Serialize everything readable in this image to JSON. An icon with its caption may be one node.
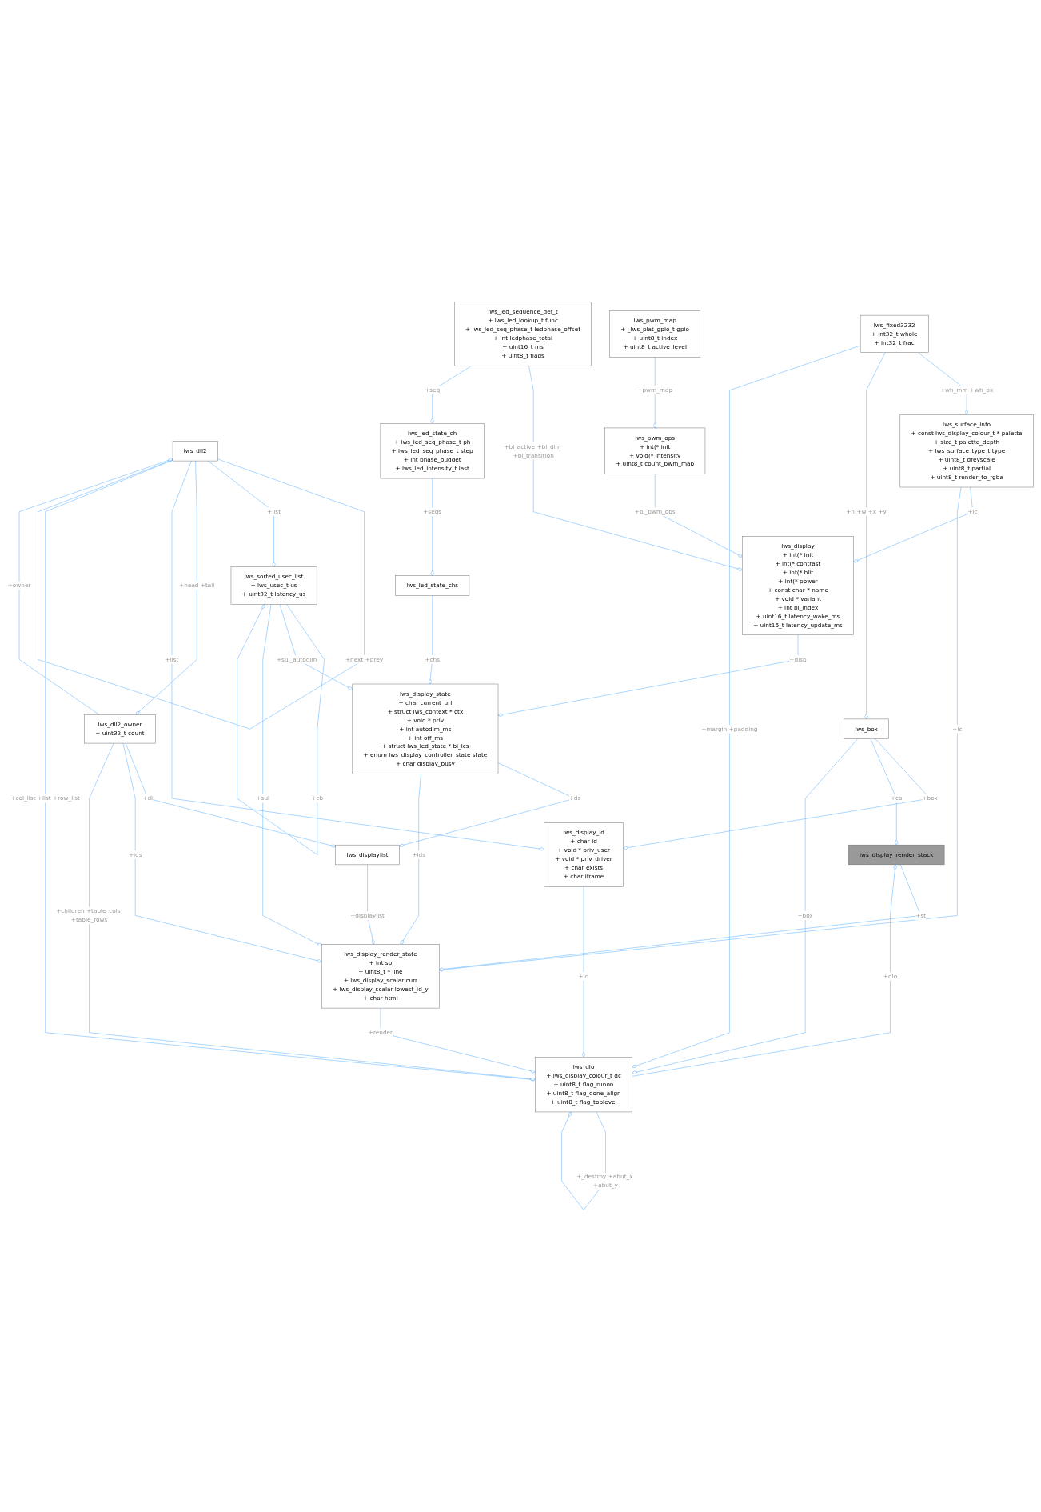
{
  "diagram": {
    "nodes": [
      {
        "text": [
          "lws_pwm_map",
          "+ _lws_plat_gpio_t gpio",
          "+ uint8_t index",
          "+ uint8_t active_level"
        ]
      },
      {
        "text": [
          "lws_led_sequence_def_t",
          "+ lws_led_lookup_t func",
          "+ lws_led_seq_phase_t ledphase_offset",
          "+ int ledphase_total",
          "+ uint16_t ms",
          "+ uint8_t flags"
        ]
      },
      {
        "text": [
          "lws_fixed3232",
          "+ int32_t whole",
          "+ int32_t frac"
        ]
      },
      {
        "text": [
          "lws_surface_info",
          "+ const lws_display_colour_t * palette",
          "+ size_t palette_depth",
          "+ lws_surface_type_t type",
          "+ uint8_t greyscale",
          "+ uint8_t partial",
          "+ uint8_t render_to_rgba"
        ]
      },
      {
        "text": [
          "lws_dll2"
        ]
      },
      {
        "text": [
          "lws_pwm_ops",
          "+ int(* init",
          "+ void(* intensity",
          "+ uint8_t count_pwm_map"
        ]
      },
      {
        "text": [
          "lws_led_state_ch",
          "+ lws_led_seq_phase_t ph",
          "+ lws_led_seq_phase_t step",
          "+ int phase_budget",
          "+ lws_led_intensity_t last"
        ]
      },
      {
        "text": [
          "lws_display",
          "+ int(* init",
          "+ int(* contrast",
          "+ int(* blit",
          "+ int(* power",
          "+ const char * name",
          "+ void * variant",
          "+ int bl_index",
          "+ uint16_t latency_wake_ms",
          "+ uint16_t latency_update_ms"
        ]
      },
      {
        "text": [
          "lws_sorted_usec_list",
          "+ lws_usec_t us",
          "+ uint32_t latency_us"
        ]
      },
      {
        "text": [
          "lws_led_state_chs"
        ]
      },
      {
        "text": [
          "lws_display_state",
          "+ char current_url",
          "+ struct lws_context * ctx",
          "+ void * priv",
          "+ int autodim_ms",
          "+ int off_ms",
          "+ struct lws_led_state * bl_lcs",
          "+ enum lws_display_controller_state state",
          "+ char display_busy"
        ]
      },
      {
        "text": [
          "lws_dll2_owner",
          "+ uint32_t count"
        ]
      },
      {
        "text": [
          "lws_box"
        ]
      },
      {
        "text": [
          "lws_display_id",
          "+ char id",
          "+ void * priv_user",
          "+ void * priv_driver",
          "+ char exists",
          "+ char iframe"
        ]
      },
      {
        "text": [
          "lws_displaylist"
        ]
      },
      {
        "text": [
          "lws_display_render_stack"
        ]
      },
      {
        "text": [
          "lws_display_render_state",
          "+ int sp",
          "+ uint8_t * line",
          "+ lws_display_scalar curr",
          "+ lws_display_scalar lowest_id_y",
          "+ char html"
        ]
      },
      {
        "text": [
          "lws_dlo",
          "+ lws_display_colour_t dc",
          "+ uint8_t flag_runon",
          "+ uint8_t flag_done_align",
          "+ uint8_t flag_toplevel"
        ]
      }
    ],
    "edges": [
      {
        "from": 0,
        "to": 5,
        "arrow": "other",
        "label": "+pwm_map"
      },
      {
        "from": 5,
        "to": 7,
        "arrow": "other",
        "label": "+bl_pwm_ops"
      },
      {
        "from": 1,
        "to": 7,
        "arrow": "other",
        "label": "+bl_active +bl_dim +bl_transition"
      },
      {
        "from": 1,
        "to": 6,
        "arrow": "other",
        "label": "+seq"
      },
      {
        "from": 2,
        "to": 3,
        "arrow": "other",
        "label": "+wh_mm +wh_px"
      },
      {
        "from": 2,
        "to": 12,
        "arrow": "other",
        "label": "+h +w +x +y"
      },
      {
        "from": 2,
        "to": 17,
        "arrow": "other",
        "label": "+margin +padding"
      },
      {
        "from": 3,
        "to": 7,
        "arrow": "other",
        "label": "+ic"
      },
      {
        "from": 3,
        "to": 16,
        "arrow": "other",
        "label": "+ic"
      },
      {
        "from": 4,
        "to": 4,
        "arrow": "other",
        "label": "+next +prev"
      },
      {
        "from": 4,
        "to": 8,
        "arrow": "other",
        "label": "+list"
      },
      {
        "from": 4,
        "to": 11,
        "arrow": "other",
        "label": "+head +tail"
      },
      {
        "from": 11,
        "to": 4,
        "arrow": "other",
        "label": "+owner"
      },
      {
        "from": 4,
        "to": 13,
        "arrow": "other",
        "label": "+list"
      },
      {
        "from": 4,
        "to": 17,
        "arrow": "other",
        "label": "+col_list +list +row_list"
      },
      {
        "from": 8,
        "to": 8,
        "arrow": "other",
        "label": "+cb"
      },
      {
        "from": 8,
        "to": 10,
        "arrow": "other",
        "label": "+sul_autodim"
      },
      {
        "from": 8,
        "to": 16,
        "arrow": "other",
        "label": "+sul"
      },
      {
        "from": 6,
        "to": 9,
        "arrow": "other",
        "label": "+seqs"
      },
      {
        "from": 9,
        "to": 10,
        "arrow": "other",
        "label": "+chs"
      },
      {
        "from": 7,
        "to": 10,
        "arrow": "other",
        "label": "+disp"
      },
      {
        "from": 10,
        "to": 14,
        "arrow": "other",
        "label": "+ds"
      },
      {
        "from": 10,
        "to": 16,
        "arrow": "other",
        "label": "+lds"
      },
      {
        "from": 11,
        "to": 14,
        "arrow": "other",
        "label": "+dl"
      },
      {
        "from": 11,
        "to": 16,
        "arrow": "other",
        "label": "+ids"
      },
      {
        "from": 11,
        "to": 17,
        "arrow": "other",
        "label": "+children +table_cols +table_rows"
      },
      {
        "from": 14,
        "to": 16,
        "arrow": "other",
        "label": "+displaylist"
      },
      {
        "from": 12,
        "to": 13,
        "arrow": "other",
        "label": "+box"
      },
      {
        "from": 12,
        "to": 15,
        "arrow": "other",
        "label": "+co"
      },
      {
        "from": 12,
        "to": 17,
        "arrow": "other",
        "label": "+box"
      },
      {
        "from": 15,
        "to": 16,
        "arrow": "other",
        "label": "+st"
      },
      {
        "from": 17,
        "to": 15,
        "arrow": "other",
        "label": "+dlo"
      },
      {
        "from": 13,
        "to": 17,
        "arrow": "other",
        "label": "+id"
      },
      {
        "from": 16,
        "to": 17,
        "arrow": "other",
        "label": "+render"
      },
      {
        "from": 17,
        "to": 17,
        "arrow": "other",
        "label": "+_destroy +abut_x +abut_y"
      }
    ]
  }
}
